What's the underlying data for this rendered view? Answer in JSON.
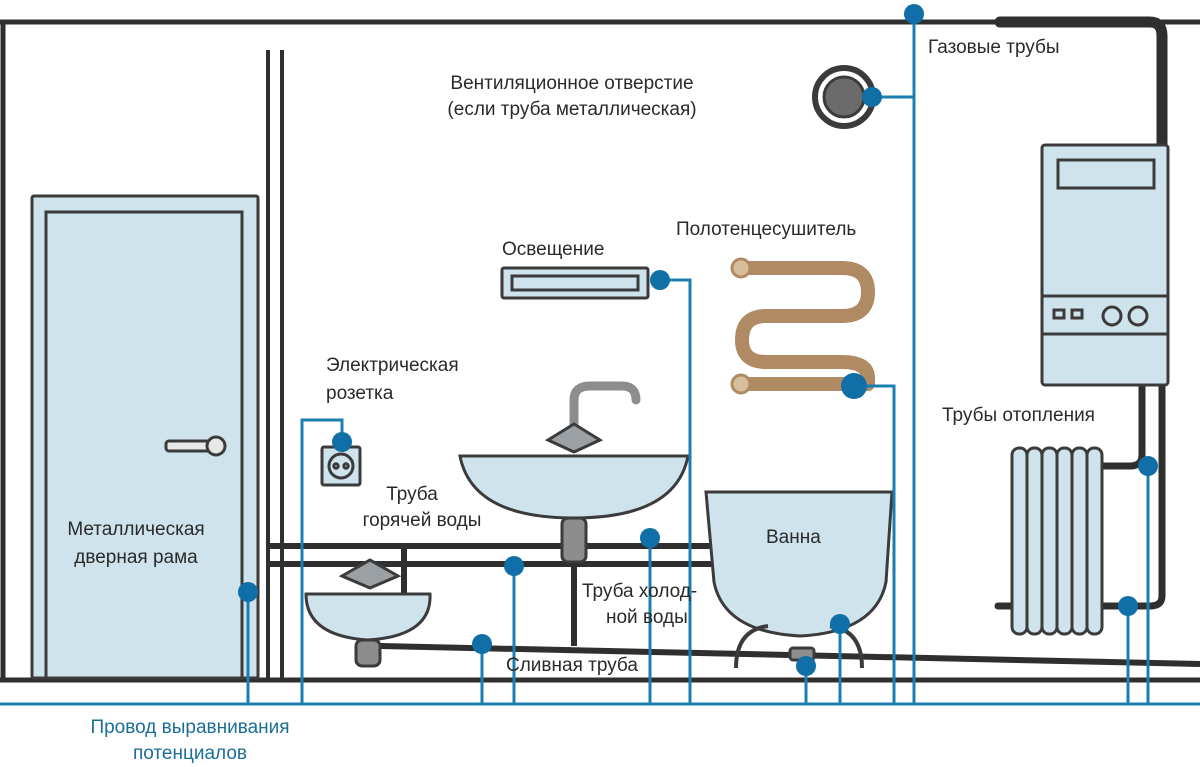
{
  "colors": {
    "wire": "#1a7fb0",
    "node": "#0f6fa6",
    "wall": "#2f2f2f",
    "fixture_fill": "#cfe3ec",
    "fixture_stroke": "#3b3b3b",
    "label": "#2a2a2a",
    "label_accent": "#1a6e9a",
    "towel_rail": "#b08a63"
  },
  "labels": {
    "gas_pipes": "Газовые трубы",
    "vent_line1": "Вентиляционное отверстие",
    "vent_line2": "(если труба металлическая)",
    "towel_dryer": "Полотенцесушитель",
    "lighting": "Освещение",
    "socket_line1": "Электрическая",
    "socket_line2": "розетка",
    "hot_pipe_line1": "Труба",
    "hot_pipe_line2": "горячей воды",
    "door_line1": "Металлическая",
    "door_line2": "дверная рама",
    "bath": "Ванна",
    "cold_pipe_line1": "Труба холод-",
    "cold_pipe_line2": "ной воды",
    "drain": "Сливная труба",
    "heating": "Трубы отопления",
    "bonding_line1": "Провод выравнивания",
    "bonding_line2": "потенциалов"
  }
}
